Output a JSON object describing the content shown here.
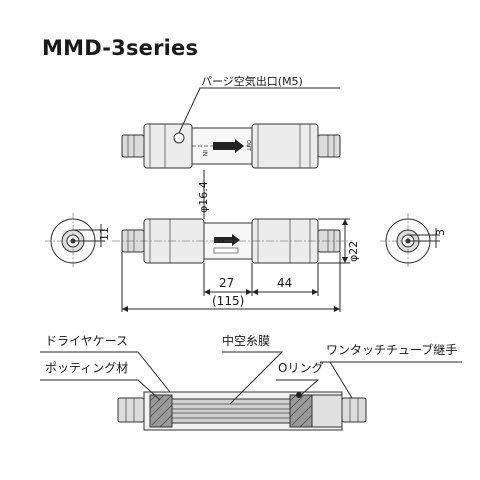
{
  "title": "MMD-3series",
  "labels": {
    "purge_port": "パージ空気出口(M5)",
    "dia_16_4": "φ16.4",
    "dia_22": "φ22",
    "dim_11": "11",
    "dim_3": "3",
    "dim_27": "27",
    "dim_44": "44",
    "dim_115": "(115)",
    "dryer_case": "ドライヤケース",
    "hollow_fiber": "中空糸膜",
    "one_touch_fitting": "ワンタッチチューブ継手",
    "potting": "ポッティング材",
    "o_ring": "Oリング",
    "in_mark": "IN",
    "out_mark": "OUT"
  }
}
